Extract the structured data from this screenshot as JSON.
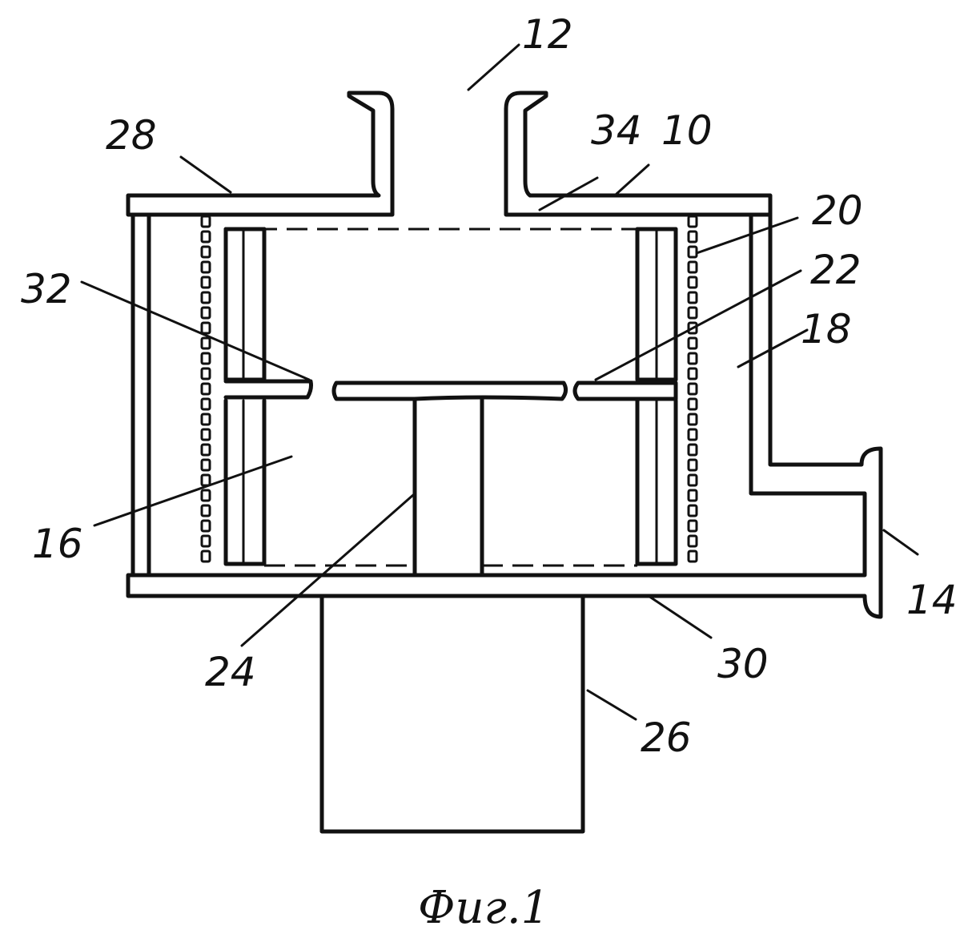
{
  "figure": {
    "caption": "Фиг.1",
    "reference_numerals": {
      "n10": "10",
      "n12": "12",
      "n14": "14",
      "n16": "16",
      "n18": "18",
      "n20": "20",
      "n22": "22",
      "n24": "24",
      "n26": "26",
      "n28": "28",
      "n30": "30",
      "n32": "32",
      "n34": "34"
    },
    "line_color": "#111111",
    "background_color": "#ffffff"
  }
}
